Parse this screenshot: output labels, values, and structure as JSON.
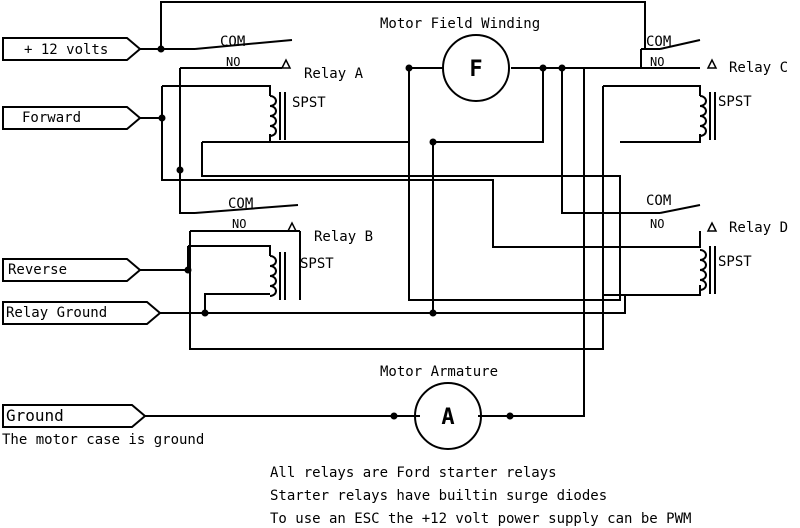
{
  "title": "Motor Field Winding",
  "armature_title": "Motor Armature",
  "field_symbol": "F",
  "armature_symbol": "A",
  "inputs": {
    "plus12": "+ 12 volts",
    "forward": "Forward",
    "reverse": "Reverse",
    "relay_ground": "Relay Ground",
    "ground": "Ground"
  },
  "relays": {
    "a": {
      "name": "Relay A",
      "com": "COM",
      "no": "NO",
      "coil": "SPST"
    },
    "b": {
      "name": "Relay B",
      "com": "COM",
      "no": "NO",
      "coil": "SPST"
    },
    "c": {
      "name": "Relay C",
      "com": "COM",
      "no": "NO",
      "coil": "SPST"
    },
    "d": {
      "name": "Relay D",
      "com": "COM",
      "no": "NO",
      "coil": "SPST"
    }
  },
  "case_note": "The motor case is ground",
  "notes": [
    "All relays are Ford starter relays",
    "Starter relays have builtin surge diodes",
    "To use an ESC the +12 volt power supply can be PWM"
  ]
}
